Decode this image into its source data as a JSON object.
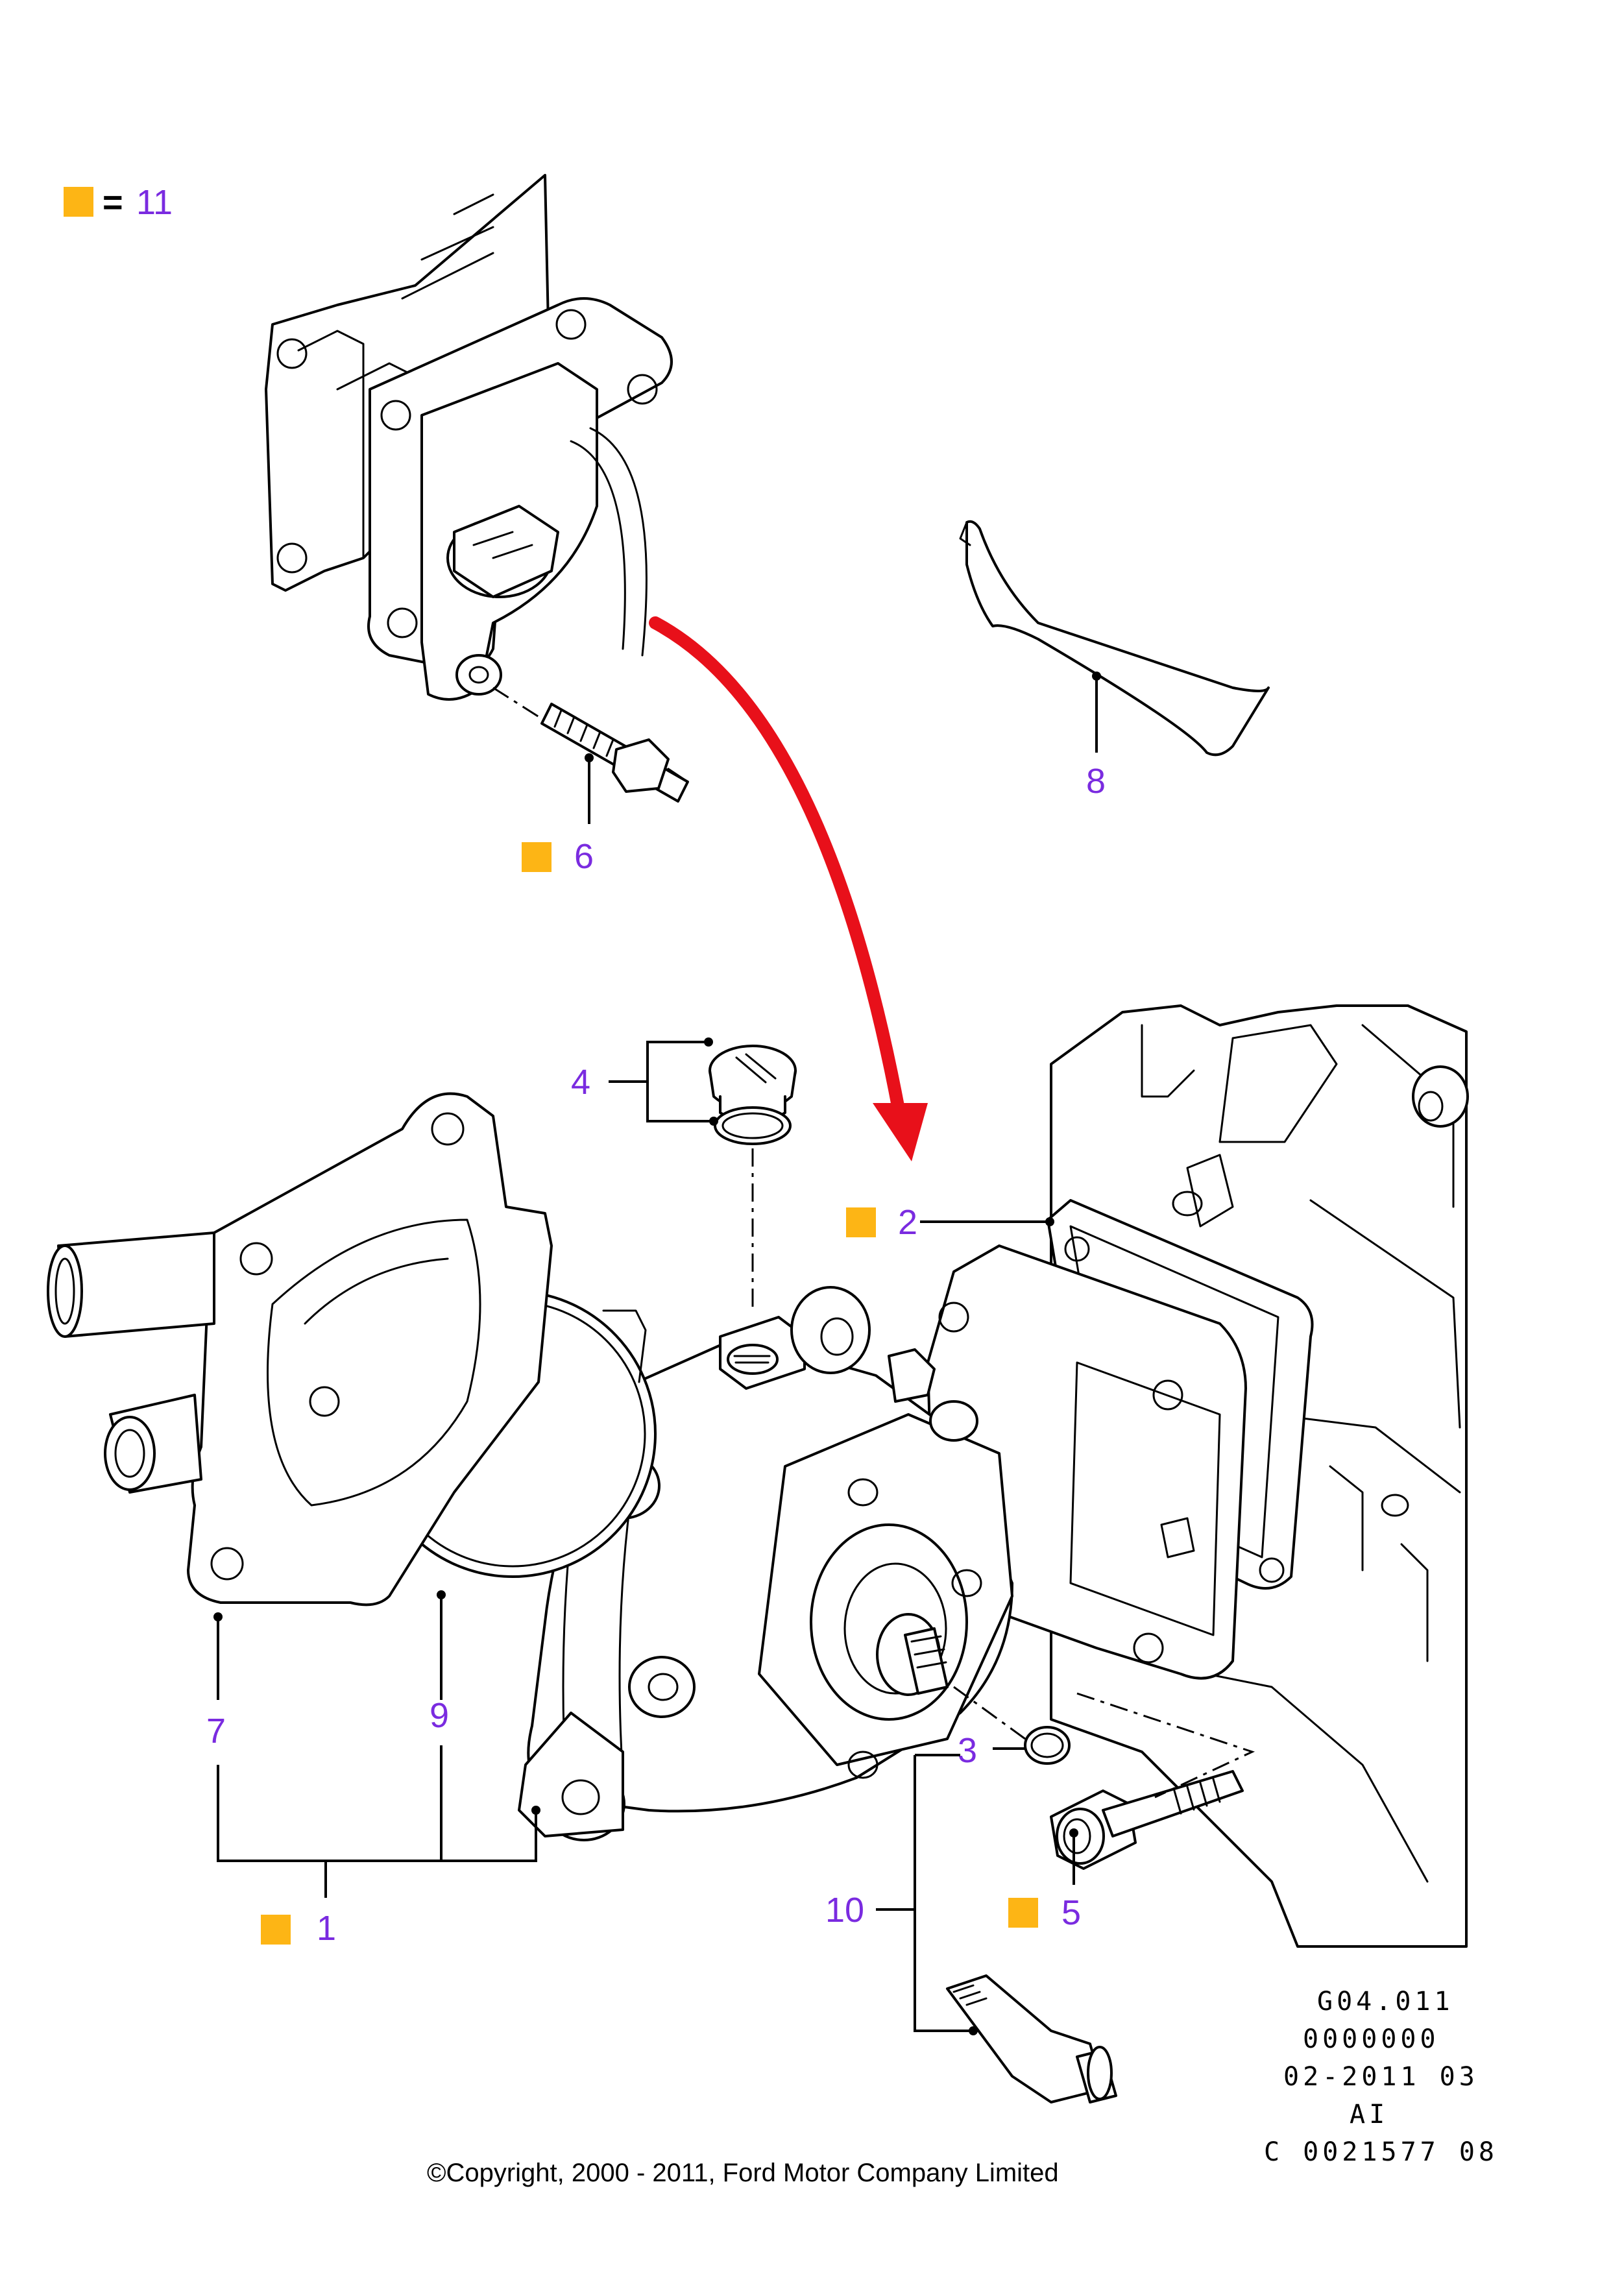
{
  "legend": {
    "marker_color": "#FDB515",
    "equals": "=",
    "value": "11"
  },
  "callouts": {
    "c1": "1",
    "c2": "2",
    "c3": "3",
    "c4": "4",
    "c5": "5",
    "c6": "6",
    "c7": "7",
    "c8": "8",
    "c9": "9",
    "c10": "10"
  },
  "reference": {
    "line1": "G04.011",
    "line2": "0000000",
    "line3": "02-2011 03",
    "line4": "AI",
    "line5": "C 0021577 08"
  },
  "copyright": "©Copyright, 2000 - 2011, Ford Motor Company Limited",
  "colors": {
    "callout_text": "#7a2be0",
    "arrow": "#e8101a",
    "line_art": "#000000"
  }
}
